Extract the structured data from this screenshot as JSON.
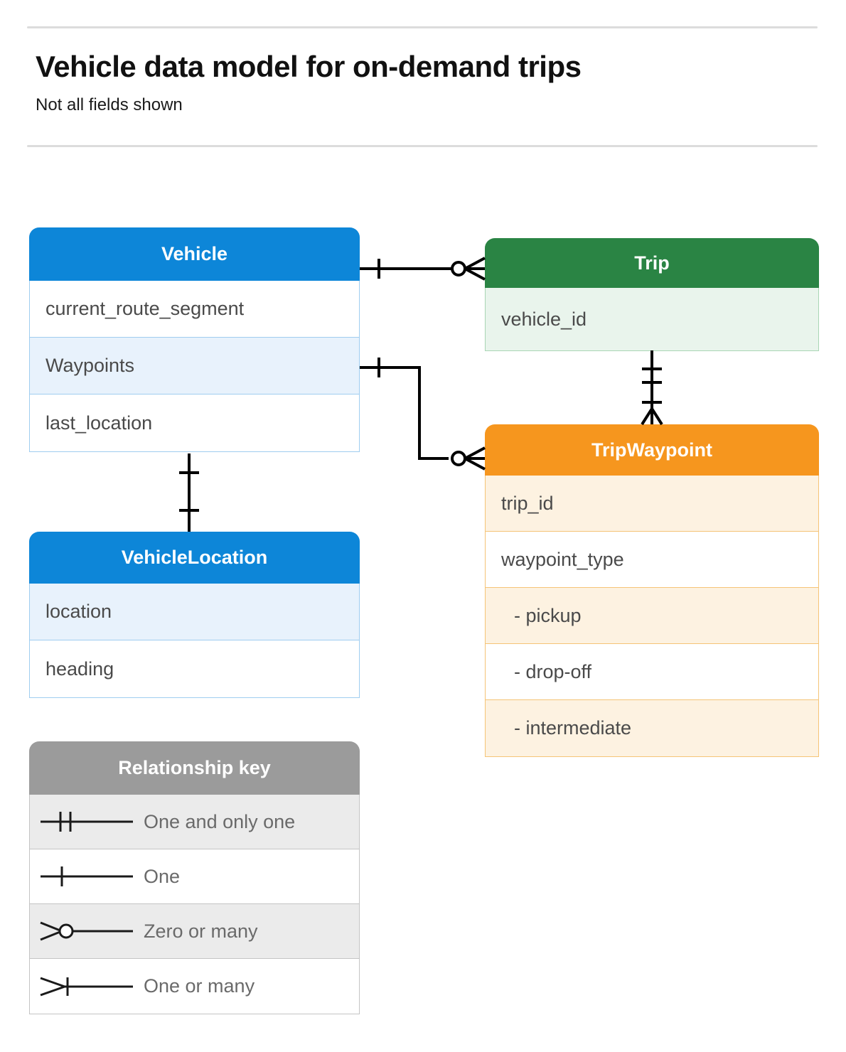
{
  "header": {
    "title": "Vehicle data model for on-demand trips",
    "subtitle": "Not all fields shown"
  },
  "colors": {
    "vehicle": "#0d86d8",
    "trip": "#2a8444",
    "trip_waypoint": "#f6961e",
    "legend": "#9b9b9b",
    "connector": "#000000",
    "rule": "#dcdcdc"
  },
  "entities": [
    {
      "id": "vehicle",
      "name": "Vehicle",
      "rows": [
        {
          "label": "current_route_segment",
          "shaded": false
        },
        {
          "label": "Waypoints",
          "shaded": true
        },
        {
          "label": "last_location",
          "shaded": false
        }
      ]
    },
    {
      "id": "trip",
      "name": "Trip",
      "rows": [
        {
          "label": "vehicle_id",
          "shaded": true
        }
      ]
    },
    {
      "id": "trip_waypoint",
      "name": "TripWaypoint",
      "rows": [
        {
          "label": "trip_id",
          "shaded": true
        },
        {
          "label": "waypoint_type",
          "shaded": false
        },
        {
          "label": "-  pickup",
          "shaded": true
        },
        {
          "label": "-  drop-off",
          "shaded": false
        },
        {
          "label": "-  intermediate",
          "shaded": true
        }
      ]
    },
    {
      "id": "vehicle_location",
      "name": "VehicleLocation",
      "rows": [
        {
          "label": "location",
          "shaded": true
        },
        {
          "label": "heading",
          "shaded": false
        }
      ]
    }
  ],
  "legend": {
    "title": "Relationship key",
    "items": [
      {
        "symbol": "one-and-only-one-icon",
        "label": "One and only one"
      },
      {
        "symbol": "one-icon",
        "label": "One"
      },
      {
        "symbol": "zero-or-many-icon",
        "label": "Zero or many"
      },
      {
        "symbol": "one-or-many-icon",
        "label": "One or many"
      }
    ]
  },
  "relationships": [
    {
      "from": "Vehicle",
      "to": "Trip",
      "from_cardinality": "One",
      "to_cardinality": "Zero or many"
    },
    {
      "from": "Vehicle.Waypoints",
      "to": "TripWaypoint",
      "from_cardinality": "One",
      "to_cardinality": "Zero or many"
    },
    {
      "from": "Trip",
      "to": "TripWaypoint",
      "from_cardinality": "One and only one",
      "to_cardinality": "One or many"
    },
    {
      "from": "Vehicle",
      "to": "VehicleLocation",
      "from_cardinality": "One",
      "to_cardinality": "One"
    }
  ]
}
